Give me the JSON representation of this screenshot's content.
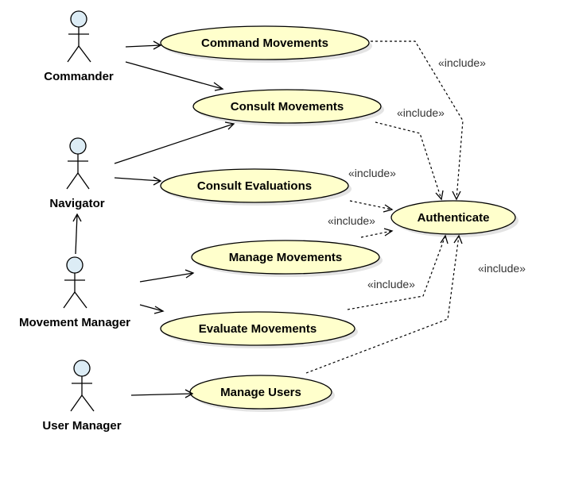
{
  "actors": {
    "commander": "Commander",
    "navigator": "Navigator",
    "movement_manager": "Movement Manager",
    "user_manager": "User Manager"
  },
  "use_cases": {
    "command_movements": "Command Movements",
    "consult_movements": "Consult Movements",
    "consult_evaluations": "Consult Evaluations",
    "manage_movements": "Manage Movements",
    "evaluate_movements": "Evaluate Movements",
    "manage_users": "Manage Users",
    "authenticate": "Authenticate"
  },
  "stereotype": "«include»",
  "colors": {
    "use_case_fill": "#ffffcc",
    "actor_head_fill": "#dcecf5"
  }
}
